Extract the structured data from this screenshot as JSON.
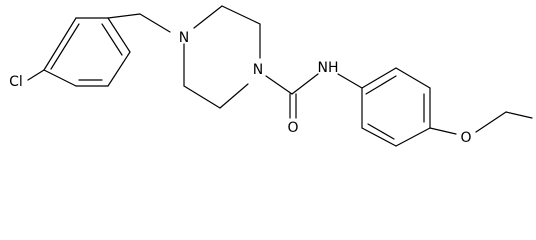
{
  "diagram": {
    "type": "chemical-structure",
    "atom_labels": {
      "chlorine": "Cl",
      "piperazine_n_left": "N",
      "piperazine_n_right": "N",
      "amide_nh": "NH",
      "carbonyl_o": "O",
      "ether_o": "O"
    },
    "colors": {
      "bond": "#000000",
      "text": "#000000",
      "background": "#ffffff"
    }
  }
}
